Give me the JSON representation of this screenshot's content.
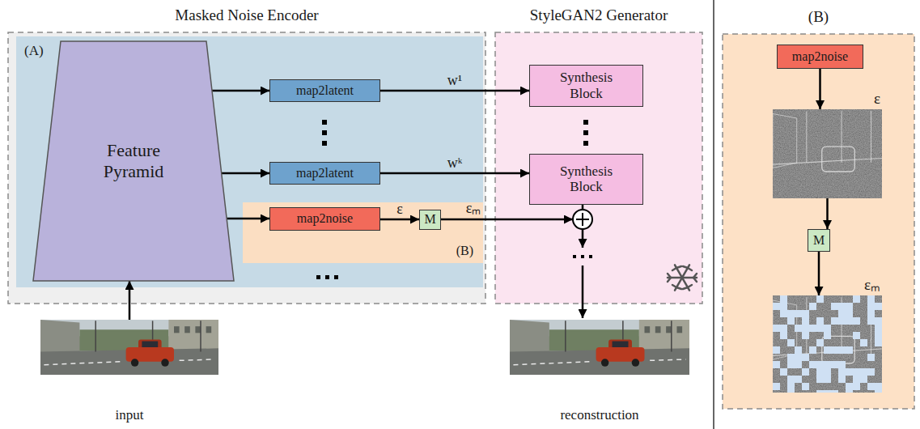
{
  "diagram": {
    "nodes": [
      {
        "text": [
          "Masked Noise Encoder"
        ]
      },
      {
        "text": [
          "(A)"
        ],
        "in": 0
      },
      {
        "text": [
          "Feature Pyramid"
        ],
        "in": 1
      },
      {
        "text": [
          "map2latent"
        ],
        "in": 1
      },
      {
        "text": [
          "map2latent"
        ],
        "in": 1
      },
      {
        "text": [
          "(B)"
        ],
        "in": 1
      },
      {
        "text": [
          "map2noise"
        ],
        "in": 5
      },
      {
        "text": [
          "M"
        ],
        "in": 5
      },
      {
        "text": [
          "StyleGAN2 Generator"
        ]
      },
      {
        "text": [
          "Synthesis Block"
        ],
        "in": 8
      },
      {
        "text": [
          "Synthesis Block"
        ],
        "in": 8
      },
      {
        "text": [
          "input"
        ]
      },
      {
        "text": [
          "reconstruction"
        ]
      },
      {
        "text": [
          "(B)"
        ]
      },
      {
        "text": [
          "map2noise"
        ],
        "in": 13
      },
      {
        "text": [
          "ε"
        ],
        "in": 13
      },
      {
        "text": [
          "M"
        ],
        "in": 13
      },
      {
        "text": [
          "εₘ"
        ],
        "in": 13
      }
    ],
    "edges": [
      {
        "from": 11,
        "to": 2,
        "arrow": "to"
      },
      {
        "from": 2,
        "to": 3,
        "arrow": "to"
      },
      {
        "from": 2,
        "to": 4,
        "arrow": "to"
      },
      {
        "from": 2,
        "to": 6,
        "arrow": "to"
      },
      {
        "from": 3,
        "to": 9,
        "arrow": "to",
        "label": "w¹"
      },
      {
        "from": 4,
        "to": 10,
        "arrow": "to",
        "label": "wᵏ"
      },
      {
        "from": 6,
        "to": 7,
        "arrow": "to",
        "label": "ε"
      },
      {
        "from": 14,
        "to": 15,
        "arrow": "to"
      },
      {
        "from": 15,
        "to": 16,
        "arrow": "to"
      },
      {
        "from": 16,
        "to": 17,
        "arrow": "to"
      }
    ],
    "labels": [
      "εₘ"
    ]
  }
}
